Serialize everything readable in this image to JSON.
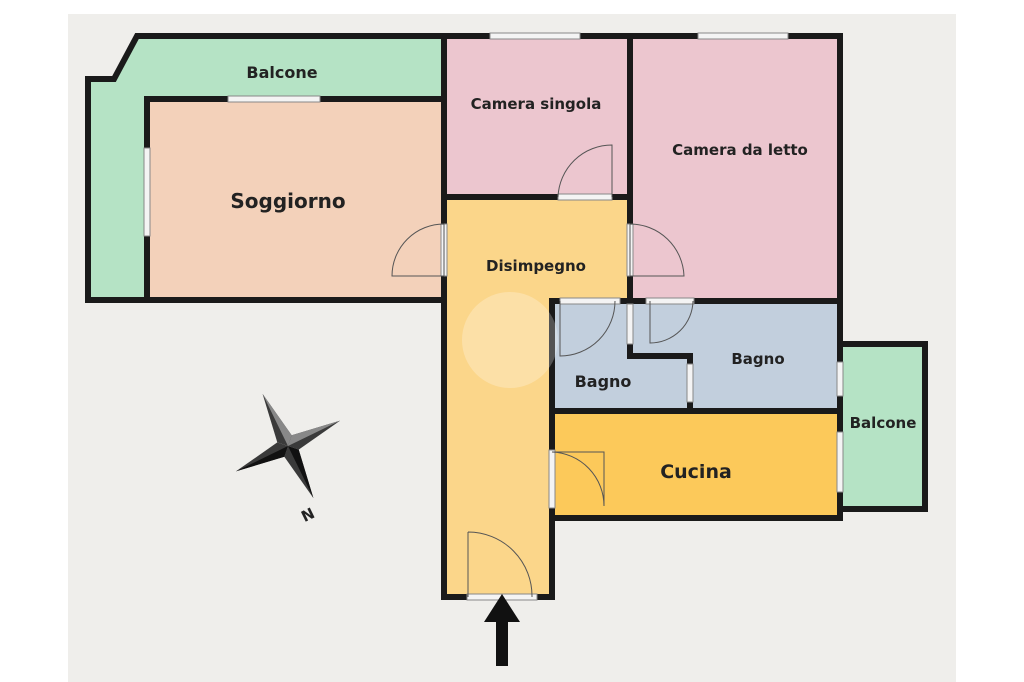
{
  "floorplan": {
    "rooms": [
      {
        "id": "balcone-nord",
        "label": "Balcone",
        "color": "#b5e3c5"
      },
      {
        "id": "soggiorno",
        "label": "Soggiorno",
        "color": "#f3d1ba"
      },
      {
        "id": "camera-singola",
        "label": "Camera singola",
        "color": "#ecc6cf"
      },
      {
        "id": "camera-da-letto",
        "label": "Camera da letto",
        "color": "#ecc6cf"
      },
      {
        "id": "disimpegno",
        "label": "Disimpegno",
        "color": "#fbd68a"
      },
      {
        "id": "bagno-1",
        "label": "Bagno",
        "color": "#c2cfdd"
      },
      {
        "id": "bagno-2",
        "label": "Bagno",
        "color": "#c2cfdd"
      },
      {
        "id": "cucina",
        "label": "Cucina",
        "color": "#fcc95a"
      },
      {
        "id": "balcone-est",
        "label": "Balcone",
        "color": "#b5e3c5"
      }
    ],
    "compass": {
      "label": "N"
    },
    "colors": {
      "background": "#efeeeb",
      "wall": "#1a1a1a",
      "window": "#f4f4f4"
    }
  }
}
